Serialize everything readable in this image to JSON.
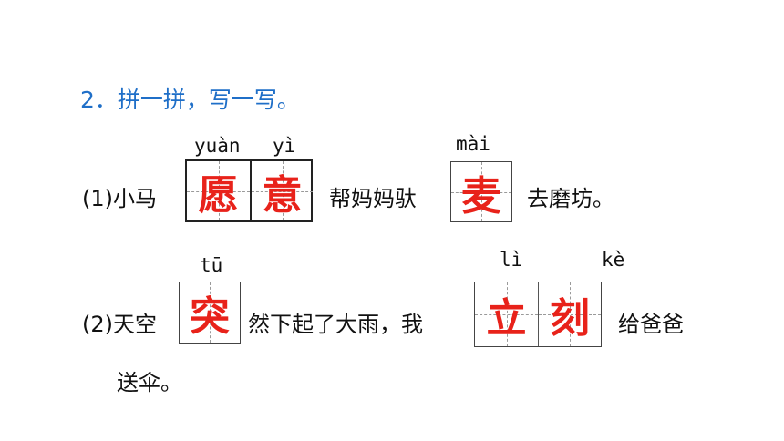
{
  "heading": "2．拼一拼，写一写。",
  "q1": {
    "num": "(1)小马",
    "box1": {
      "pinyin": [
        "yuàn",
        "yì"
      ],
      "chars": [
        "愿",
        "意"
      ]
    },
    "mid": "帮妈妈驮",
    "box2": {
      "pinyin": [
        "mài"
      ],
      "chars": [
        "麦"
      ]
    },
    "end": "去磨坊。"
  },
  "q2": {
    "num": "(2)天空",
    "box1": {
      "pinyin": [
        "tū"
      ],
      "chars": [
        "突"
      ]
    },
    "mid": "然下起了大雨，我",
    "box2": {
      "pinyin": [
        "lì",
        "kè"
      ],
      "chars": [
        "立",
        "刻"
      ]
    },
    "end": "给爸爸",
    "cont": "送伞。"
  },
  "colors": {
    "heading": "#1f6fc8",
    "answer": "#e8221a"
  }
}
